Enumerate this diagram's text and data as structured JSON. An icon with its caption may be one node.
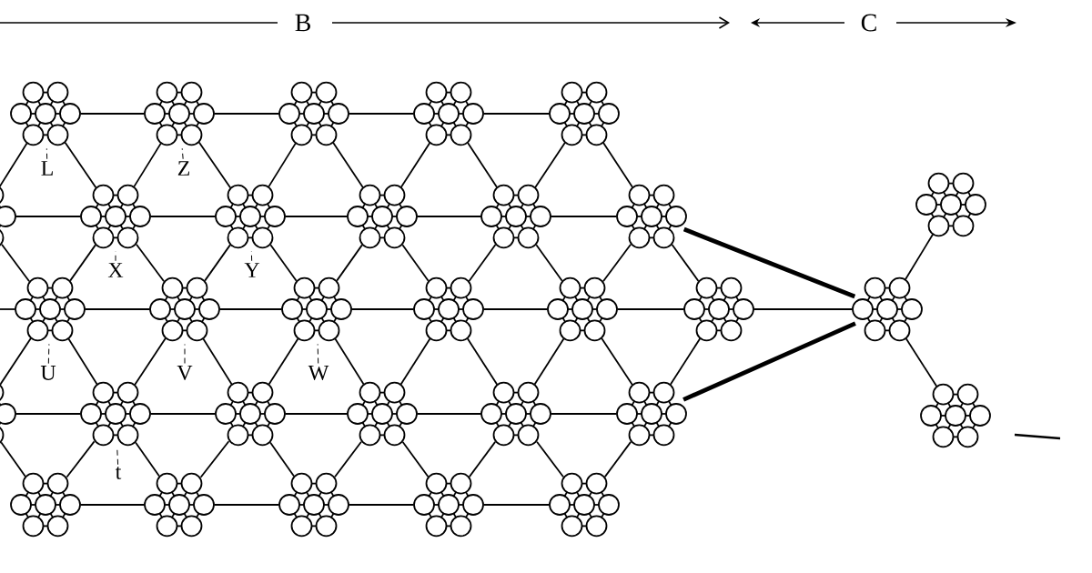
{
  "diagram": {
    "nodes": [
      {
        "text": [],
        "shape": "cluster"
      },
      {
        "text": [],
        "shape": "cluster"
      },
      {
        "text": [],
        "shape": "cluster"
      },
      {
        "text": [],
        "shape": "cluster"
      },
      {
        "text": [],
        "shape": "cluster"
      },
      {
        "text": [
          "L"
        ]
      },
      {
        "text": [
          "Z"
        ]
      },
      {
        "text": [],
        "shape": "cluster"
      },
      {
        "text": [],
        "shape": "cluster"
      },
      {
        "text": [],
        "shape": "cluster"
      },
      {
        "text": [],
        "shape": "cluster"
      },
      {
        "text": [],
        "shape": "cluster"
      },
      {
        "text": [],
        "shape": "cluster"
      },
      {
        "text": [
          "X"
        ]
      },
      {
        "text": [
          "Y"
        ]
      },
      {
        "text": [],
        "shape": "cluster"
      },
      {
        "text": [],
        "shape": "cluster"
      },
      {
        "text": [],
        "shape": "cluster"
      },
      {
        "text": [],
        "shape": "cluster"
      },
      {
        "text": [],
        "shape": "cluster"
      },
      {
        "text": [],
        "shape": "cluster"
      },
      {
        "text": [
          "U"
        ]
      },
      {
        "text": [
          "V"
        ]
      },
      {
        "text": [
          "W"
        ]
      },
      {
        "text": [],
        "shape": "cluster"
      },
      {
        "text": [],
        "shape": "cluster"
      },
      {
        "text": [],
        "shape": "cluster"
      },
      {
        "text": [],
        "shape": "cluster"
      },
      {
        "text": [],
        "shape": "cluster"
      },
      {
        "text": [],
        "shape": "cluster"
      },
      {
        "text": [
          "t"
        ]
      },
      {
        "text": [],
        "shape": "cluster"
      },
      {
        "text": [],
        "shape": "cluster"
      },
      {
        "text": [],
        "shape": "cluster"
      },
      {
        "text": [],
        "shape": "cluster"
      },
      {
        "text": [],
        "shape": "cluster"
      },
      {
        "text": [],
        "shape": "cluster"
      },
      {
        "text": [],
        "shape": "cluster"
      },
      {
        "text": [],
        "shape": "cluster"
      }
    ],
    "edges": [
      {
        "from": 0,
        "to": 1,
        "arrow": "none"
      },
      {
        "from": 1,
        "to": 2,
        "arrow": "none"
      },
      {
        "from": 2,
        "to": 3,
        "arrow": "none"
      },
      {
        "from": 3,
        "to": 4,
        "arrow": "none"
      },
      {
        "from": 7,
        "to": 8,
        "arrow": "none"
      },
      {
        "from": 8,
        "to": 9,
        "arrow": "none"
      },
      {
        "from": 9,
        "to": 10,
        "arrow": "none"
      },
      {
        "from": 10,
        "to": 11,
        "arrow": "none"
      },
      {
        "from": 11,
        "to": 12,
        "arrow": "none"
      },
      {
        "from": null,
        "to": 15,
        "arrow": "none"
      },
      {
        "from": 15,
        "to": 16,
        "arrow": "none"
      },
      {
        "from": 16,
        "to": 17,
        "arrow": "none"
      },
      {
        "from": 17,
        "to": 18,
        "arrow": "none"
      },
      {
        "from": 18,
        "to": 19,
        "arrow": "none"
      },
      {
        "from": 19,
        "to": 20,
        "arrow": "none"
      },
      {
        "from": 20,
        "to": 37,
        "arrow": "none"
      },
      {
        "from": 24,
        "to": 25,
        "arrow": "none"
      },
      {
        "from": 25,
        "to": 26,
        "arrow": "none"
      },
      {
        "from": 26,
        "to": 27,
        "arrow": "none"
      },
      {
        "from": 27,
        "to": 28,
        "arrow": "none"
      },
      {
        "from": 28,
        "to": 29,
        "arrow": "none"
      },
      {
        "from": 31,
        "to": 32,
        "arrow": "none"
      },
      {
        "from": 32,
        "to": 33,
        "arrow": "none"
      },
      {
        "from": 33,
        "to": 34,
        "arrow": "none"
      },
      {
        "from": 34,
        "to": 35,
        "arrow": "none"
      },
      {
        "from": 0,
        "to": 7,
        "arrow": "none"
      },
      {
        "from": 0,
        "to": 8,
        "arrow": "none"
      },
      {
        "from": 1,
        "to": 8,
        "arrow": "none"
      },
      {
        "from": 1,
        "to": 9,
        "arrow": "none"
      },
      {
        "from": 2,
        "to": 9,
        "arrow": "none"
      },
      {
        "from": 2,
        "to": 10,
        "arrow": "none"
      },
      {
        "from": 3,
        "to": 10,
        "arrow": "none"
      },
      {
        "from": 3,
        "to": 11,
        "arrow": "none"
      },
      {
        "from": 4,
        "to": 11,
        "arrow": "none"
      },
      {
        "from": 4,
        "to": 12,
        "arrow": "none"
      },
      {
        "from": 7,
        "to": 15,
        "arrow": "none"
      },
      {
        "from": 8,
        "to": 15,
        "arrow": "none"
      },
      {
        "from": 8,
        "to": 16,
        "arrow": "none"
      },
      {
        "from": 9,
        "to": 16,
        "arrow": "none"
      },
      {
        "from": 9,
        "to": 17,
        "arrow": "none"
      },
      {
        "from": 10,
        "to": 17,
        "arrow": "none"
      },
      {
        "from": 10,
        "to": 18,
        "arrow": "none"
      },
      {
        "from": 11,
        "to": 18,
        "arrow": "none"
      },
      {
        "from": 11,
        "to": 19,
        "arrow": "none"
      },
      {
        "from": 12,
        "to": 19,
        "arrow": "none"
      },
      {
        "from": 12,
        "to": 20,
        "arrow": "none"
      },
      {
        "from": 15,
        "to": 24,
        "arrow": "none"
      },
      {
        "from": 15,
        "to": 25,
        "arrow": "none"
      },
      {
        "from": 16,
        "to": 25,
        "arrow": "none"
      },
      {
        "from": 16,
        "to": 26,
        "arrow": "none"
      },
      {
        "from": 17,
        "to": 26,
        "arrow": "none"
      },
      {
        "from": 17,
        "to": 27,
        "arrow": "none"
      },
      {
        "from": 18,
        "to": 27,
        "arrow": "none"
      },
      {
        "from": 18,
        "to": 28,
        "arrow": "none"
      },
      {
        "from": 19,
        "to": 28,
        "arrow": "none"
      },
      {
        "from": 19,
        "to": 29,
        "arrow": "none"
      },
      {
        "from": 20,
        "to": 29,
        "arrow": "none"
      },
      {
        "from": 24,
        "to": 31,
        "arrow": "none"
      },
      {
        "from": 25,
        "to": 31,
        "arrow": "none"
      },
      {
        "from": 25,
        "to": 32,
        "arrow": "none"
      },
      {
        "from": 26,
        "to": 32,
        "arrow": "none"
      },
      {
        "from": 26,
        "to": 33,
        "arrow": "none"
      },
      {
        "from": 27,
        "to": 33,
        "arrow": "none"
      },
      {
        "from": 27,
        "to": 34,
        "arrow": "none"
      },
      {
        "from": 28,
        "to": 34,
        "arrow": "none"
      },
      {
        "from": 28,
        "to": 35,
        "arrow": "none"
      },
      {
        "from": 29,
        "to": 35,
        "arrow": "none"
      },
      {
        "from": 12,
        "to": 37,
        "arrow": "none",
        "style": "thick"
      },
      {
        "from": 29,
        "to": 37,
        "arrow": "none",
        "style": "thick"
      },
      {
        "from": 37,
        "to": 36,
        "arrow": "none"
      },
      {
        "from": 37,
        "to": 38,
        "arrow": "none"
      },
      {
        "from": 5,
        "to": 0,
        "arrow": "none",
        "style": "dashed"
      },
      {
        "from": 6,
        "to": 1,
        "arrow": "none",
        "style": "dashed"
      },
      {
        "from": 13,
        "to": 8,
        "arrow": "none",
        "style": "dashed"
      },
      {
        "from": 14,
        "to": 9,
        "arrow": "none",
        "style": "dashed"
      },
      {
        "from": 21,
        "to": 15,
        "arrow": "none",
        "style": "dashed"
      },
      {
        "from": 22,
        "to": 16,
        "arrow": "none",
        "style": "dashed"
      },
      {
        "from": 23,
        "to": 17,
        "arrow": "none",
        "style": "dashed"
      },
      {
        "from": 30,
        "to": 25,
        "arrow": "none",
        "style": "dashed"
      }
    ],
    "labels": [
      "B",
      "C"
    ]
  }
}
